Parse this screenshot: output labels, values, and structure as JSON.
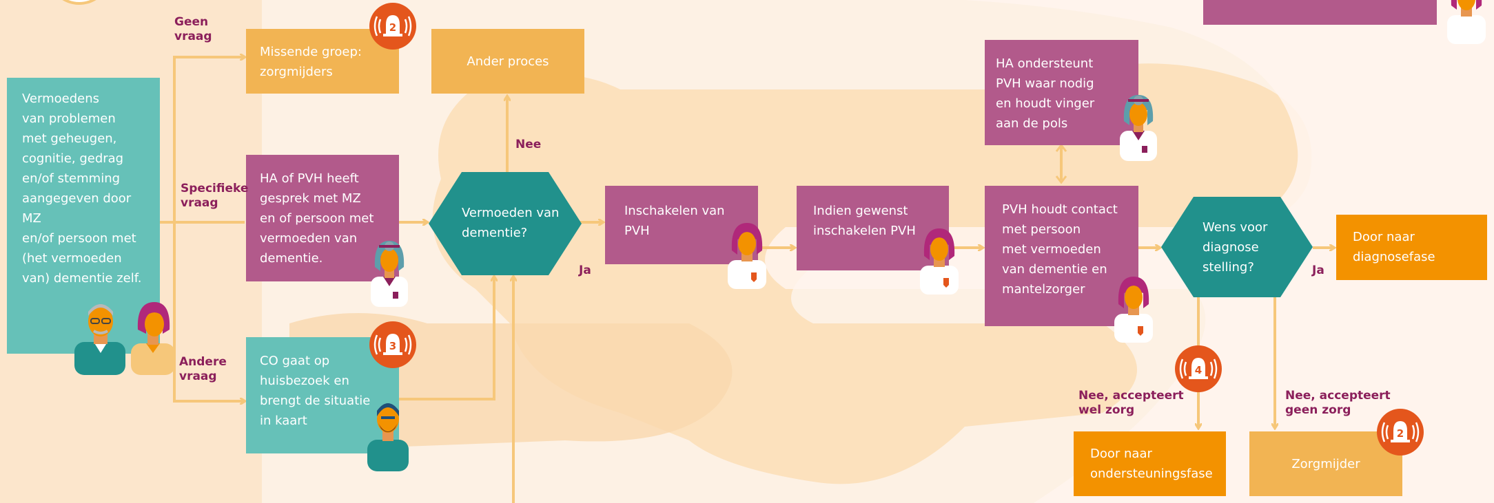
{
  "colors": {
    "teal": "#66c1b8",
    "dark_teal": "#21918c",
    "pink": "#b25a8b",
    "gold": "#f2b453",
    "orange": "#f39200",
    "arrow": "#f6c77a",
    "label": "#8b1f5b",
    "alert": "#e4561c"
  },
  "nodes": {
    "start": "Vermoedens\nvan problemen\nmet geheugen,\ncognitie, gedrag\nen/of stemming\naangegeven door MZ\nen/of persoon met\n(het vermoeden\nvan) dementie zelf.",
    "missing_group": "Missende groep:\nzorgmijders",
    "other_process": "Ander proces",
    "ha_pvh_talk": "HA of PVH heeft\ngesprek met MZ\nen of persoon met\nvermoeden van\ndementie.",
    "co_visit": "CO gaat op\nhuisbezoek en\nbrengt de situatie\nin kaart",
    "suspect_dementia": "Vermoeden van\ndementie?",
    "engage_pvh": "Inschakelen van\nPVH",
    "optional_pvh": "Indien gewenst\ninschakelen PVH",
    "ha_support": "HA ondersteunt\nPVH waar nodig\nen houdt vinger\naan de pols",
    "pvh_contact": "PVH houdt contact\nmet persoon\nmet vermoeden\nvan dementie en\nmantelzorger",
    "wants_diagnosis": "Wens voor\ndiagnose\nstelling?",
    "to_diagnosis": "Door naar\ndiagnosefase",
    "to_support": "Door naar\nondersteuningsfase",
    "avoider": "Zorgmijder"
  },
  "labels": {
    "no_question": "Geen\nvraag",
    "specific_question": "Specifieke\nvraag",
    "other_question": "Andere\nvraag",
    "no": "Nee",
    "yes_1": "Ja",
    "yes_2": "Ja",
    "no_accepts_care": "Nee, accepteert\nwel zorg",
    "no_accepts_no_care": "Nee, accepteert\ngeen zorg"
  },
  "badges": {
    "missing_group": "2",
    "co_visit": "3",
    "accepts_care": "4",
    "avoider": "2"
  },
  "icons": [
    "alarm-bell-icon",
    "doctor-icon",
    "nurse-icon",
    "caregiver-icon",
    "elderly-man-icon",
    "woman-icon",
    "bearded-man-icon"
  ]
}
